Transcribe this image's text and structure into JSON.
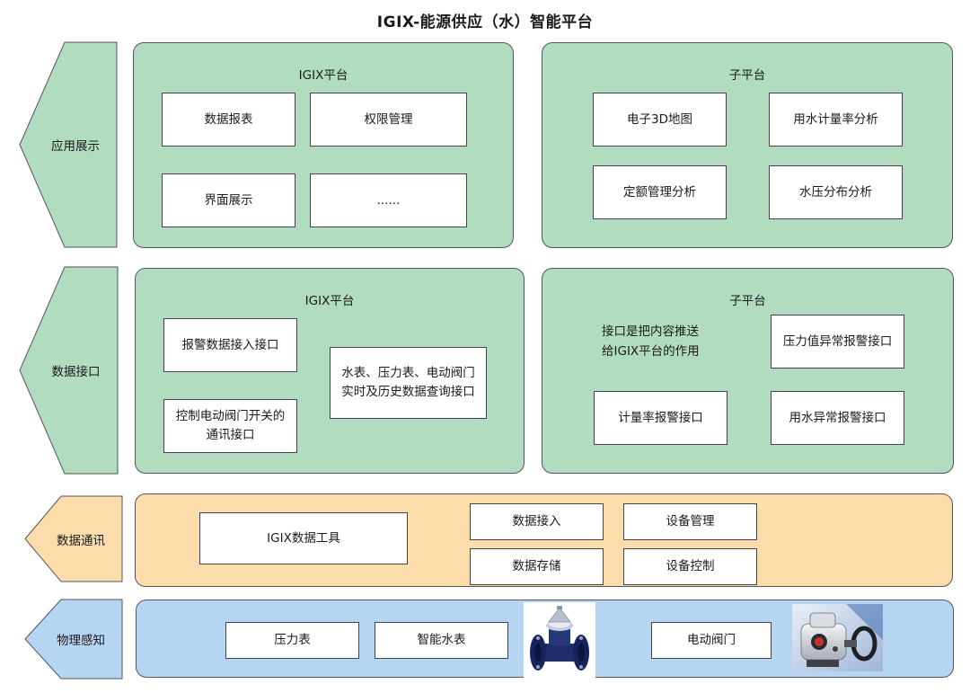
{
  "title": "IGIX-能源供应（水）智能平台",
  "colors": {
    "green": "#b2dcc0",
    "orange": "#fcdcaa",
    "blue": "#b6d5f2",
    "border": "#555555"
  },
  "layers": {
    "application": {
      "label": "应用展示",
      "left_panel": {
        "title": "IGIX平台",
        "boxes": [
          "数据报表",
          "权限管理",
          "界面展示",
          "......"
        ]
      },
      "right_panel": {
        "title": "子平台",
        "boxes": [
          "电子3D地图",
          "用水计量率分析",
          "定额管理分析",
          "水压分布分析"
        ]
      }
    },
    "data_interface": {
      "label": "数据接口",
      "left_panel": {
        "title": "IGIX平台",
        "boxes": [
          "报警数据接入接口",
          "控制电动阀门开关的\n通讯接口",
          "水表、压力表、电动阀门\n实时及历史数据查询接口"
        ]
      },
      "right_panel": {
        "title": "子平台",
        "note": "接口是把内容推送\n给IGIX平台的作用",
        "boxes": [
          "压力值异常报警接口",
          "计量率报警接口",
          "用水异常报警接口"
        ]
      }
    },
    "communication": {
      "label": "数据通讯",
      "boxes": [
        "IGIX数据工具",
        "数据接入",
        "设备管理",
        "数据存储",
        "设备控制"
      ]
    },
    "physical": {
      "label": "物理感知",
      "boxes": [
        "压力表",
        "智能水表",
        "电动阀门"
      ],
      "images": [
        "water-meter-photo",
        "electric-valve-actuator-photo"
      ]
    }
  }
}
